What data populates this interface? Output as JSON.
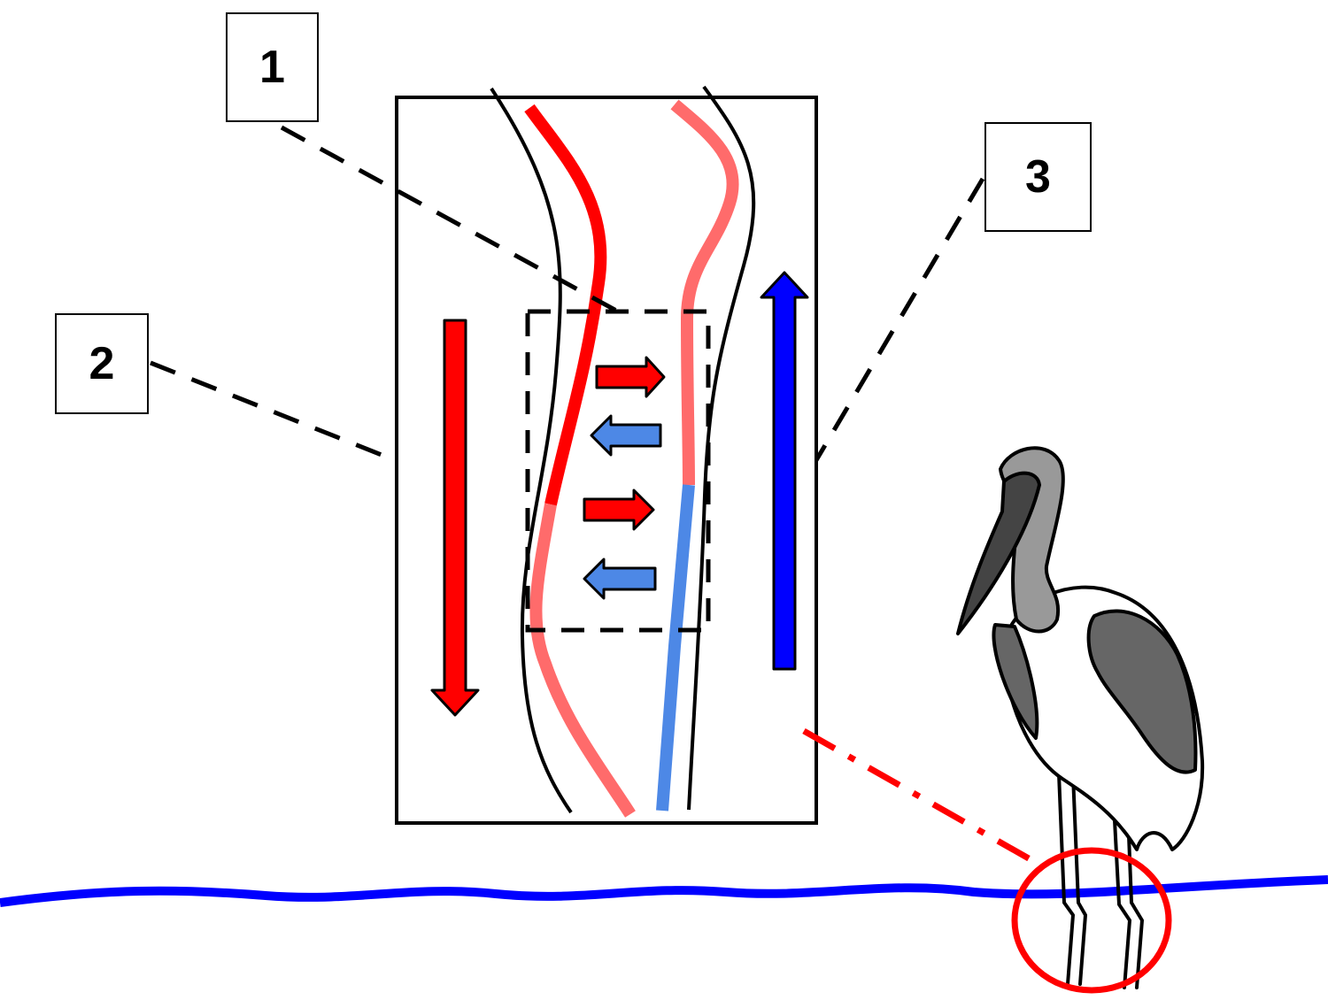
{
  "labels": [
    {
      "id": "1",
      "text": "1"
    },
    {
      "id": "2",
      "text": "2"
    },
    {
      "id": "3",
      "text": "3"
    }
  ],
  "colors": {
    "warm_blood": "#ff0000",
    "cooling_blood": "#ff6b6b",
    "cool_blood": "#4d88e6",
    "return_arrow": "#0000ff",
    "water": "#0000ff",
    "zoom_marker": "#ff0000",
    "bird_dark": "#666666",
    "bird_mid": "#999999",
    "bird_beak": "#444444"
  },
  "icons": {
    "bird": "stork-icon",
    "zoom": "zoom-circle-icon",
    "heat_out": "heat-transfer-arrow-icon",
    "heat_in": "heat-return-arrow-icon"
  }
}
